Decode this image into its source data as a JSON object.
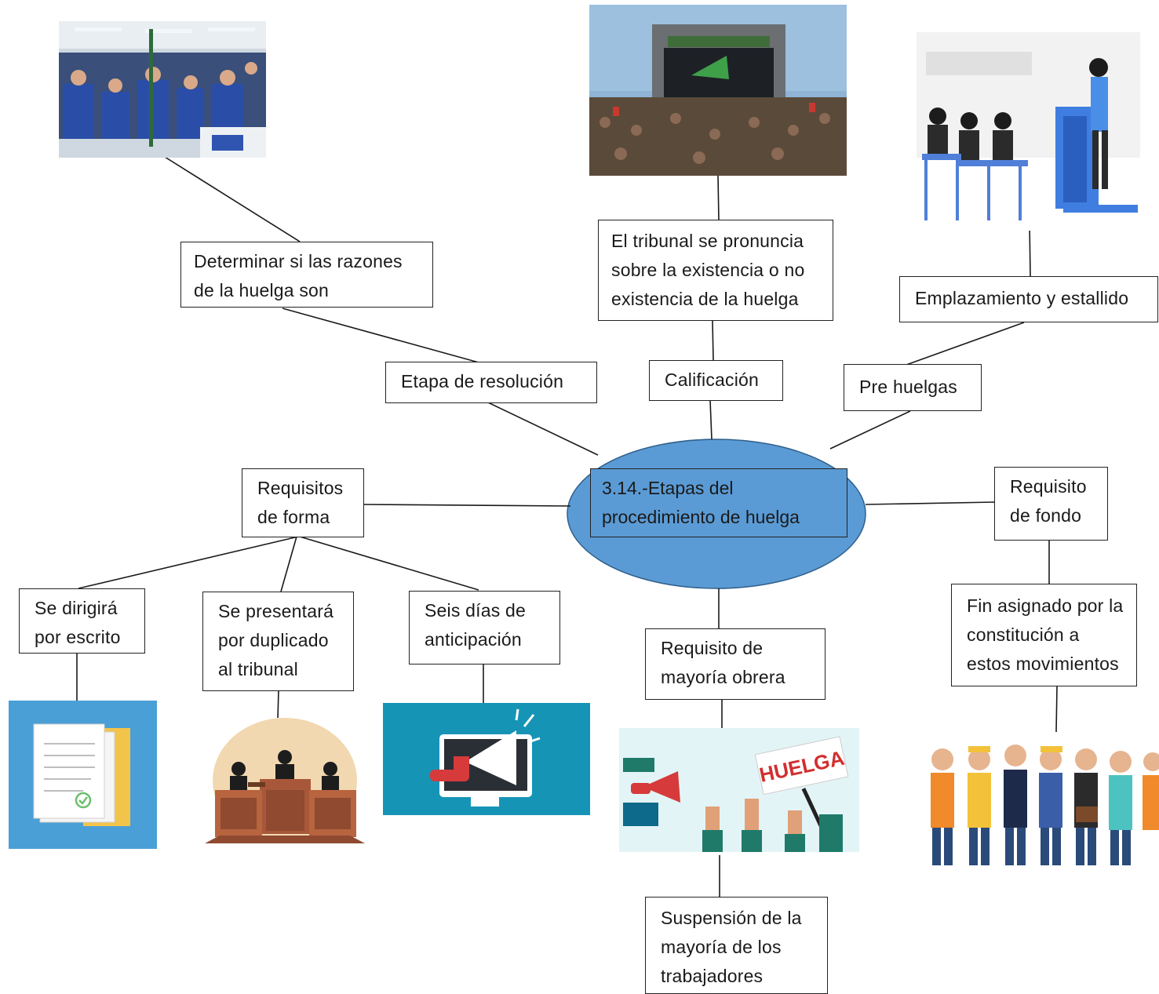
{
  "center": {
    "label": "3.14.-Etapas del\nprocedimiento de huelga"
  },
  "nodes": {
    "etapa_resolucion": "Etapa de resolución",
    "determinar": "Determinar si las razones\nde la huelga son",
    "calificacion": "Calificación",
    "tribunal": "El tribunal se pronuncia\nsobre la existencia o no\nexistencia de la huelga",
    "pre_huelgas": "Pre huelgas",
    "emplazamiento": "Emplazamiento y estallido",
    "requisitos_forma": "Requisitos\nde forma",
    "se_dirigira": "Se dirigirá\npor escrito",
    "se_presentara": "Se presentará\npor duplicado\nal tribunal",
    "seis_dias": "Seis días de\nanticipación",
    "requisito_fondo": "Requisito\nde fondo",
    "fin_asignado": "Fin asignado por la\nconstitución a\nestos movimientos",
    "mayoria_obrera": "Requisito de\nmayoría obrera",
    "suspension": "Suspensión de la\nmayoría de los\ntrabajadores"
  },
  "images": {
    "protest_photo": "protest-crowd-photo",
    "concert_photo": "rally-stage-photo",
    "conference": "speaker-at-podium-illustration",
    "documents": "documents-icon",
    "court": "court-judges-illustration",
    "megaphone": "megaphone-monitor-illustration",
    "huelga": "huelga-protest-illustration",
    "huelga_sign": "HUELGA",
    "workers": "workers-group-illustration"
  },
  "colors": {
    "ellipse": "#5b9bd5",
    "lines": "#1a1a1a"
  }
}
